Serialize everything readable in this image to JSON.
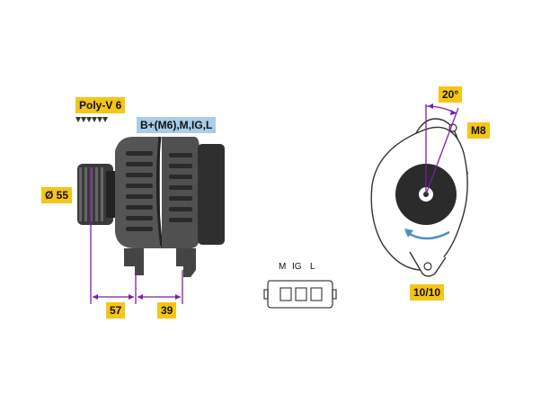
{
  "labels": {
    "belt": "Poly-V 6",
    "terminals": "B+(M6),M,IG,L",
    "pulley_diameter": "Ø 55",
    "dim_front": "57",
    "dim_rear": "39",
    "angle": "20°",
    "mount_thread": "M8",
    "mount_spacing": "10/10",
    "connector_pins": [
      "M",
      "IG",
      "L"
    ]
  },
  "colors": {
    "highlight_yellow": "#f5c518",
    "highlight_blue": "#a8cde8",
    "dimension_line": "#7b1fa2",
    "rotation_arrow": "#4a90c8",
    "housing_dark": "#3a3a3a",
    "housing_mid": "#555555"
  }
}
